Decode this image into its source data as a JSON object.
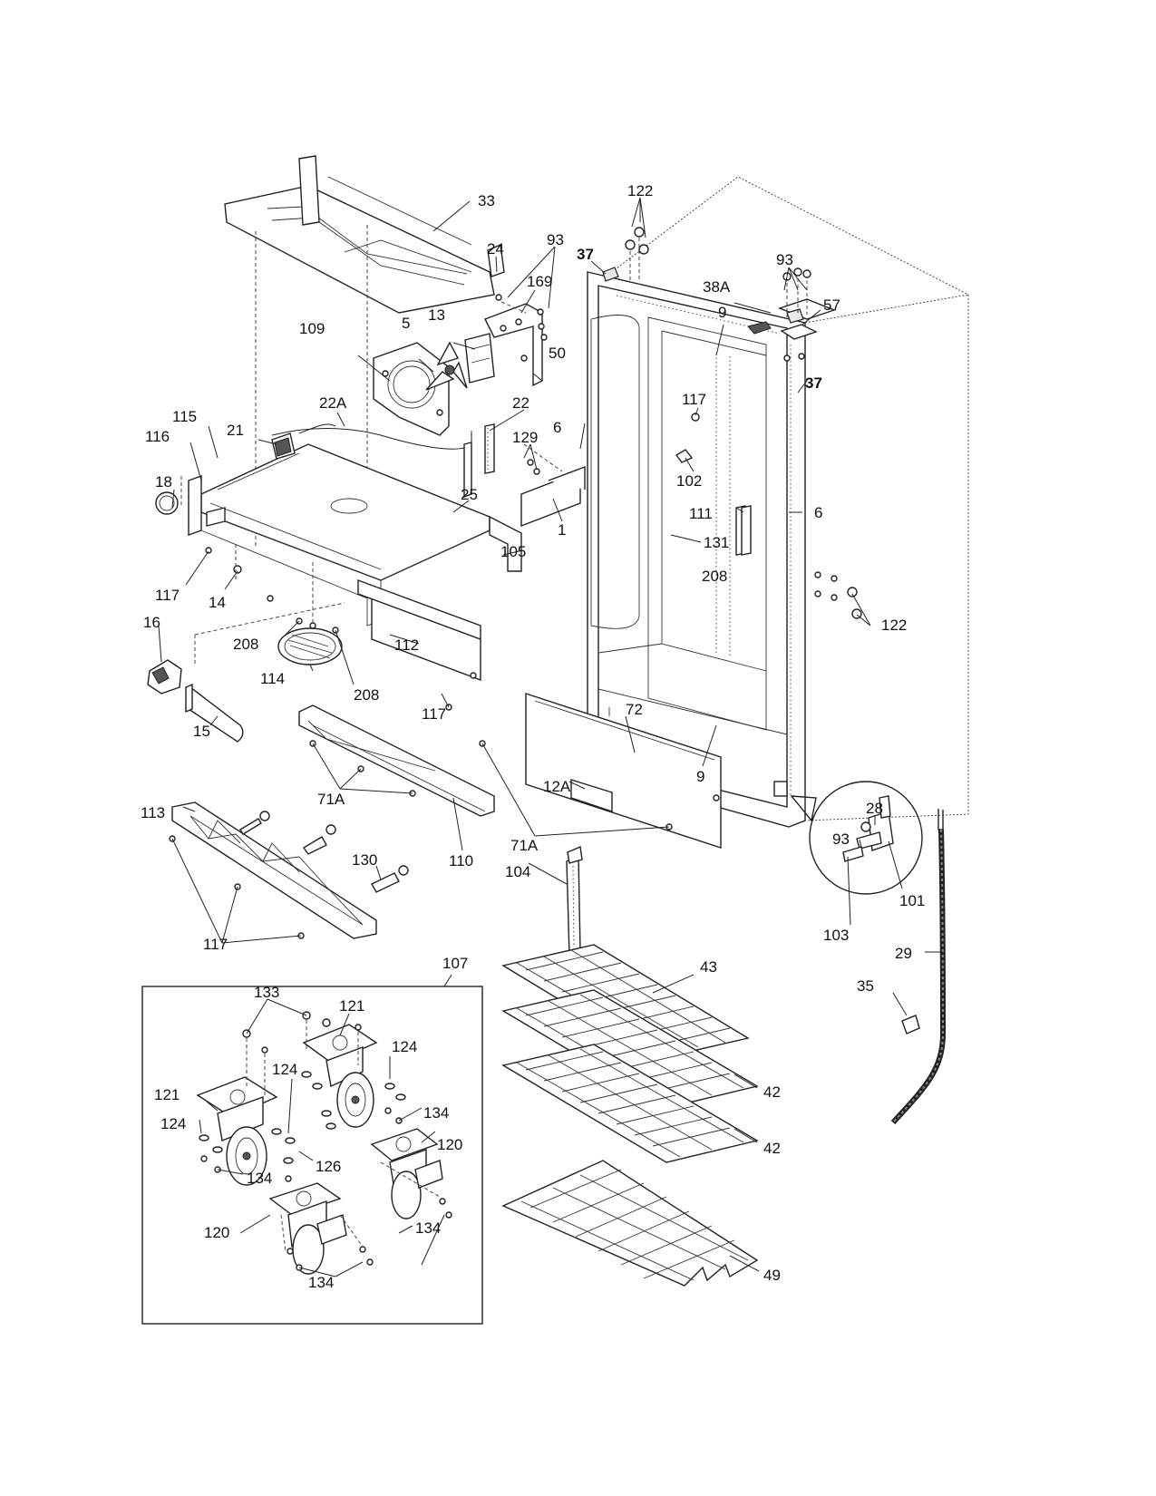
{
  "labels": {
    "l33": "33",
    "l122a": "122",
    "l24": "24",
    "l93a": "93",
    "l37a": "37",
    "l169": "169",
    "l13": "13",
    "l5": "5",
    "l109": "109",
    "l50": "50",
    "l93b": "93",
    "l38A": "38A",
    "l57": "57",
    "l9a": "9",
    "l37b": "37",
    "l22A": "22A",
    "l21": "21",
    "l115": "115",
    "l116": "116",
    "l22": "22",
    "l117a": "117",
    "l6a": "6",
    "l129": "129",
    "l102": "102",
    "l18": "18",
    "l25": "25",
    "l1": "1",
    "l111": "111",
    "l6b": "6",
    "l131": "131",
    "l105": "105",
    "l208a": "208",
    "l117b": "117",
    "l14": "14",
    "l122b": "122",
    "l16": "16",
    "l208b": "208",
    "l112": "112",
    "l114": "114",
    "l208c": "208",
    "l117c": "117",
    "l15": "15",
    "l72": "72",
    "l9b": "9",
    "l71Aa": "71A",
    "l12A": "12A",
    "l113": "113",
    "l28": "28",
    "l130": "130",
    "l110": "110",
    "l71Ab": "71A",
    "l93c": "93",
    "l104": "104",
    "l101": "101",
    "l117d": "117",
    "l103": "103",
    "l107": "107",
    "l29": "29",
    "l43": "43",
    "l133": "133",
    "l121a": "121",
    "l35": "35",
    "l121b": "121",
    "l124a": "124",
    "l124b": "124",
    "l42a": "42",
    "l124c": "124",
    "l134a": "134",
    "l126": "126",
    "l120a": "120",
    "l134b": "134",
    "l42b": "42",
    "l120b": "120",
    "l134c": "134",
    "l134d": "134",
    "l49": "49"
  }
}
